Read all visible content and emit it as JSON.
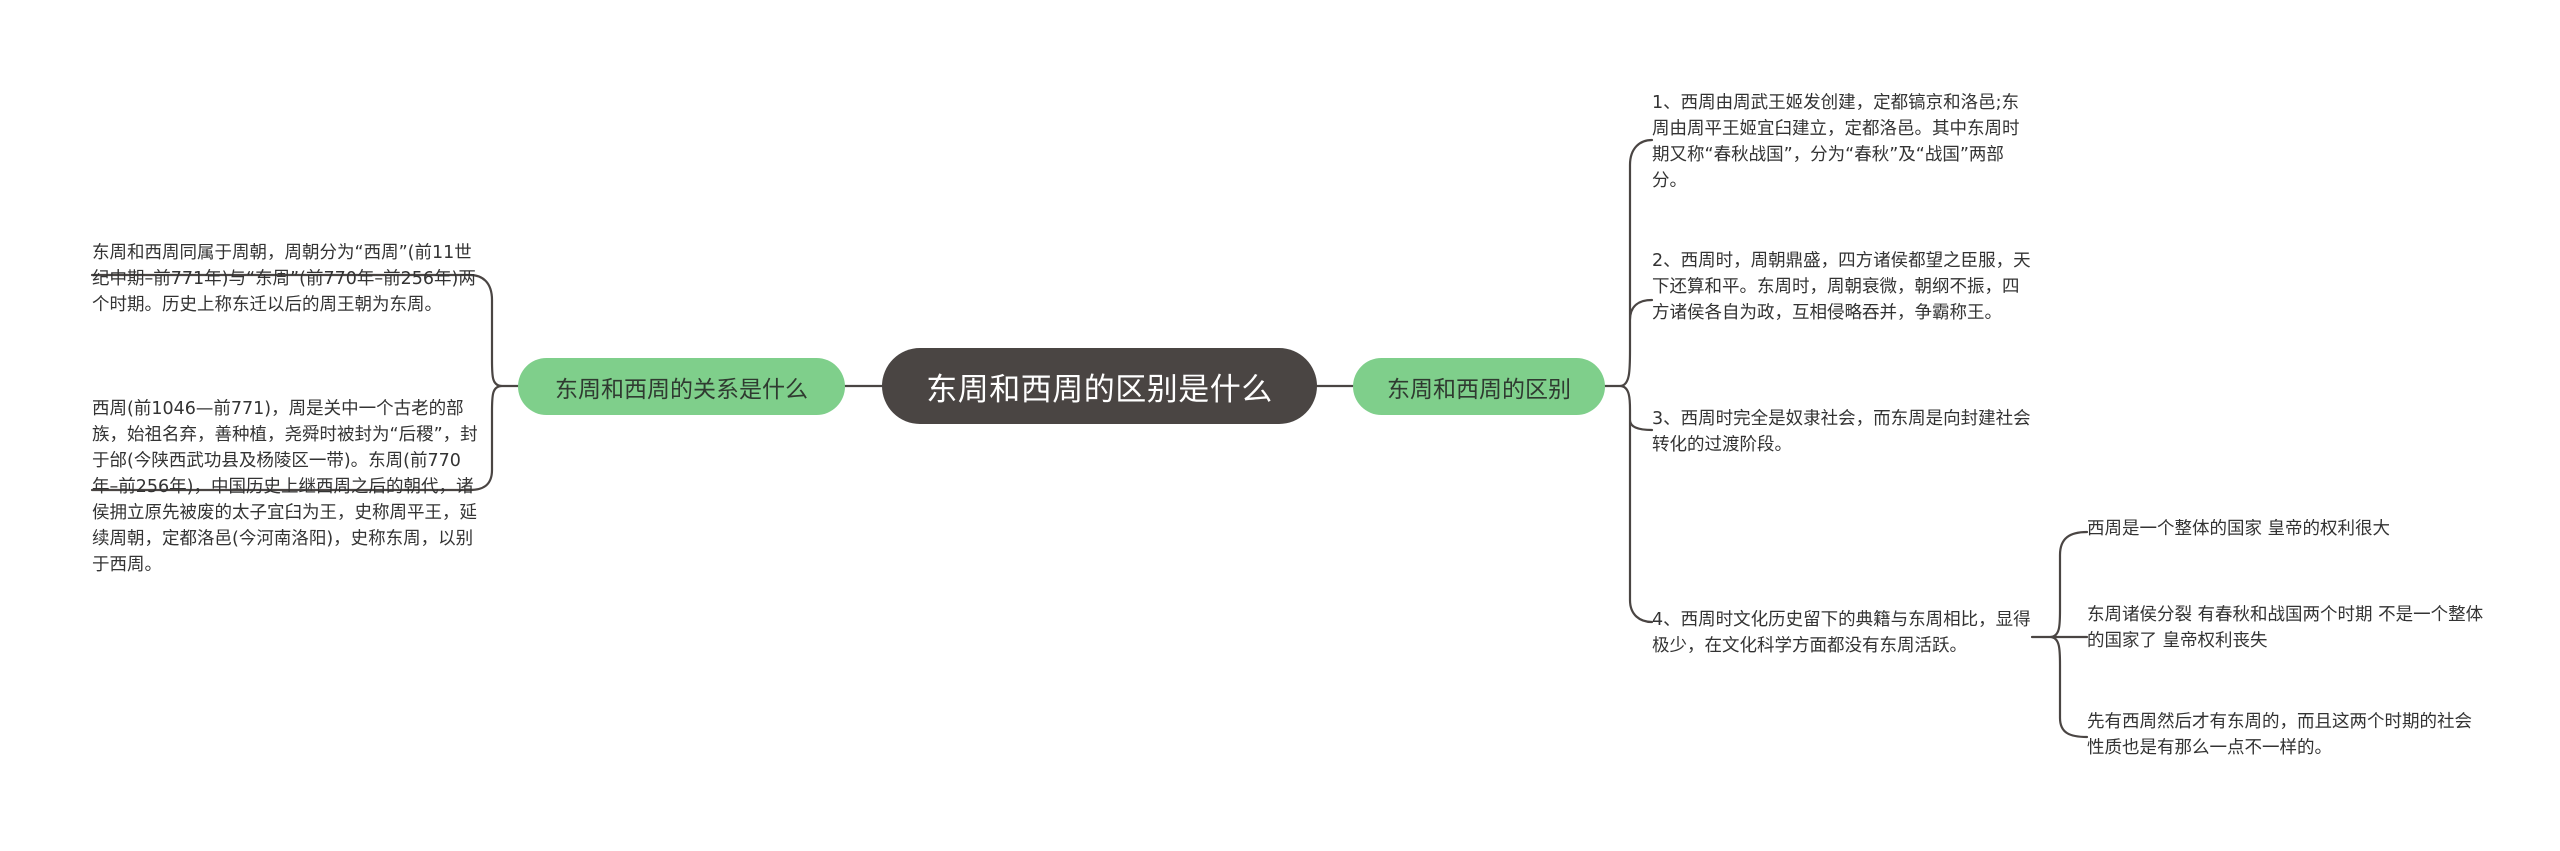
{
  "root": {
    "label": "东周和西周的区别是什么"
  },
  "branches": {
    "left": {
      "label": "东周和西周的关系是什么",
      "leaves": [
        "东周和西周同属于周朝，周朝分为“西周”(前11世纪中期–前771年)与“东周”(前770年–前256年)两个时期。历史上称东迁以后的周王朝为东周。",
        "西周(前1046—前771)，周是关中一个古老的部族，始祖名弃，善种植，尧舜时被封为“后稷”，封于邰(今陕西武功县及杨陵区一带)。东周(前770年–前256年)，中国历史上继西周之后的朝代，诸侯拥立原先被废的太子宜臼为王，史称周平王，延续周朝，定都洛邑(今河南洛阳)，史称东周，以别于西周。"
      ]
    },
    "right": {
      "label": "东周和西周的区别",
      "leaves": [
        "1、西周由周武王姬发创建，定都镐京和洛邑;东周由周平王姬宜臼建立，定都洛邑。其中东周时期又称“春秋战国”，分为“春秋”及“战国”两部分。",
        "2、西周时，周朝鼎盛，四方诸侯都望之臣服，天下还算和平。东周时，周朝衰微，朝纲不振，四方诸侯各自为政，互相侵略吞并，争霸称王。",
        "3、西周时完全是奴隶社会，而东周是向封建社会转化的过渡阶段。",
        "4、西周时文化历史留下的典籍与东周相比，显得极少，在文化科学方面都没有东周活跃。"
      ],
      "sub_leaves": [
        "西周是一个整体的国家  皇帝的权利很大",
        "东周诸侯分裂  有春秋和战国两个时期  不是一个整体的国家了  皇帝权利丧失",
        "先有西周然后才有东周的，而且这两个时期的社会性质也是有那么一点不一样的。"
      ]
    }
  },
  "colors": {
    "root_bg": "#4a4543",
    "branch_bg": "#7fcf8b",
    "line": "#4a4543"
  }
}
